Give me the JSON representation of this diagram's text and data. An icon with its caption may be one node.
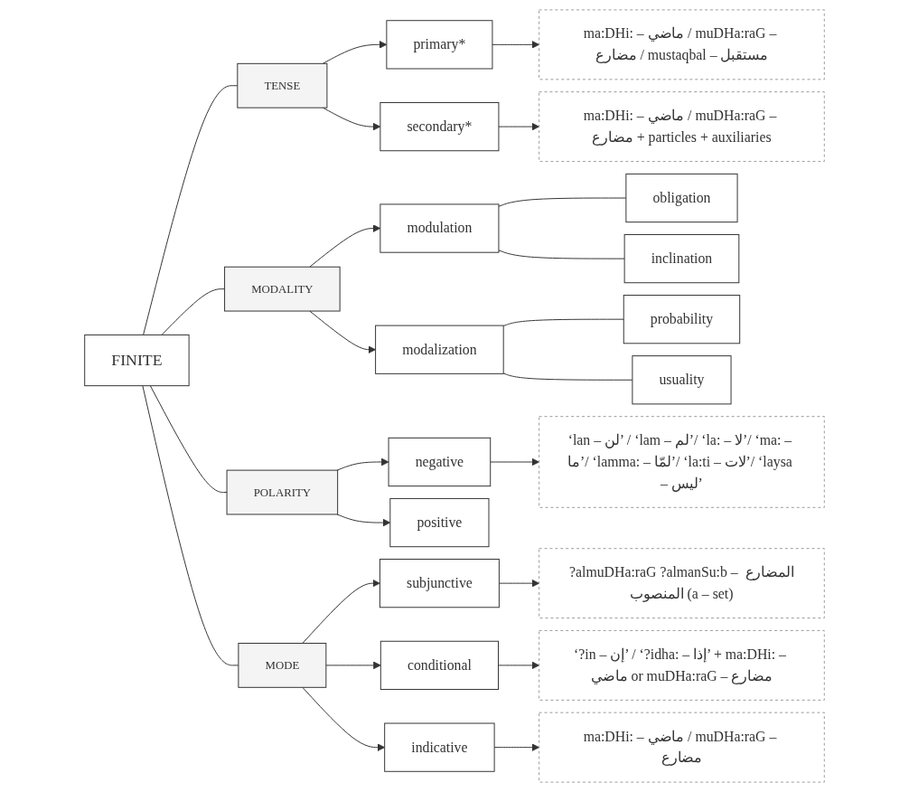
{
  "diagram": {
    "nodes": [
      {
        "text": [
          "FINITE"
        ]
      },
      {
        "text": [
          "TENSE"
        ]
      },
      {
        "text": [
          "primary*"
        ]
      },
      {
        "text": [
          "ma:DHi: – ماضي / muDHa:raG – مضارع / mustaqbal – مستقبل"
        ]
      },
      {
        "text": [
          "secondary*"
        ]
      },
      {
        "text": [
          "ma:DHi: – ماضي / muDHa:raG – مضارع + particles + auxiliaries"
        ]
      },
      {
        "text": [
          "MODALITY"
        ]
      },
      {
        "text": [
          "modulation"
        ]
      },
      {
        "text": [
          "obligation"
        ]
      },
      {
        "text": [
          "inclination"
        ]
      },
      {
        "text": [
          "modalization"
        ]
      },
      {
        "text": [
          "probability"
        ]
      },
      {
        "text": [
          "usuality"
        ]
      },
      {
        "text": [
          "POLARITY"
        ]
      },
      {
        "text": [
          "negative"
        ]
      },
      {
        "text": [
          "‘lan – لن’ / ‘lam – لم’/ ‘la: – لا’/ ‘ma: – ما’/ ‘lamma: – لمّا’/ ‘la:ti – لات’/ ‘laysa – ليس’"
        ]
      },
      {
        "text": [
          "positive"
        ]
      },
      {
        "text": [
          "MODE"
        ]
      },
      {
        "text": [
          "subjunctive"
        ]
      },
      {
        "text": [
          "?almuDHa:raG ?almanSu:b – المضارع المنصوب (a – set)"
        ]
      },
      {
        "text": [
          "conditional"
        ]
      },
      {
        "text": [
          "‘?in – إن’ / ‘?idha: – إذا’ + ma:DHi: – ماضي or muDHa:raG – مضارع"
        ]
      },
      {
        "text": [
          "indicative"
        ]
      },
      {
        "text": [
          "ma:DHi: – ماضي / muDHa:raG – مضارع"
        ]
      }
    ],
    "edges": [
      {
        "from": 0,
        "to": 1,
        "arrow": "none"
      },
      {
        "from": 1,
        "to": 2,
        "arrow": "to"
      },
      {
        "from": 1,
        "to": 4,
        "arrow": "to"
      },
      {
        "from": 2,
        "to": 3,
        "arrow": "to"
      },
      {
        "from": 4,
        "to": 5,
        "arrow": "to"
      },
      {
        "from": 0,
        "to": 6,
        "arrow": "none"
      },
      {
        "from": 6,
        "to": 7,
        "arrow": "to"
      },
      {
        "from": 6,
        "to": 10,
        "arrow": "to"
      },
      {
        "from": 7,
        "to": 8,
        "arrow": "none"
      },
      {
        "from": 7,
        "to": 9,
        "arrow": "none"
      },
      {
        "from": 10,
        "to": 11,
        "arrow": "none"
      },
      {
        "from": 10,
        "to": 12,
        "arrow": "none"
      },
      {
        "from": 0,
        "to": 13,
        "arrow": "none"
      },
      {
        "from": 13,
        "to": 14,
        "arrow": "to"
      },
      {
        "from": 13,
        "to": 16,
        "arrow": "to"
      },
      {
        "from": 14,
        "to": 15,
        "arrow": "to"
      },
      {
        "from": 0,
        "to": 17,
        "arrow": "none"
      },
      {
        "from": 17,
        "to": 18,
        "arrow": "to"
      },
      {
        "from": 17,
        "to": 20,
        "arrow": "to"
      },
      {
        "from": 17,
        "to": 22,
        "arrow": "to"
      },
      {
        "from": 18,
        "to": 19,
        "arrow": "to"
      },
      {
        "from": 20,
        "to": 21,
        "arrow": "to"
      },
      {
        "from": 22,
        "to": 23,
        "arrow": "to"
      }
    ]
  }
}
